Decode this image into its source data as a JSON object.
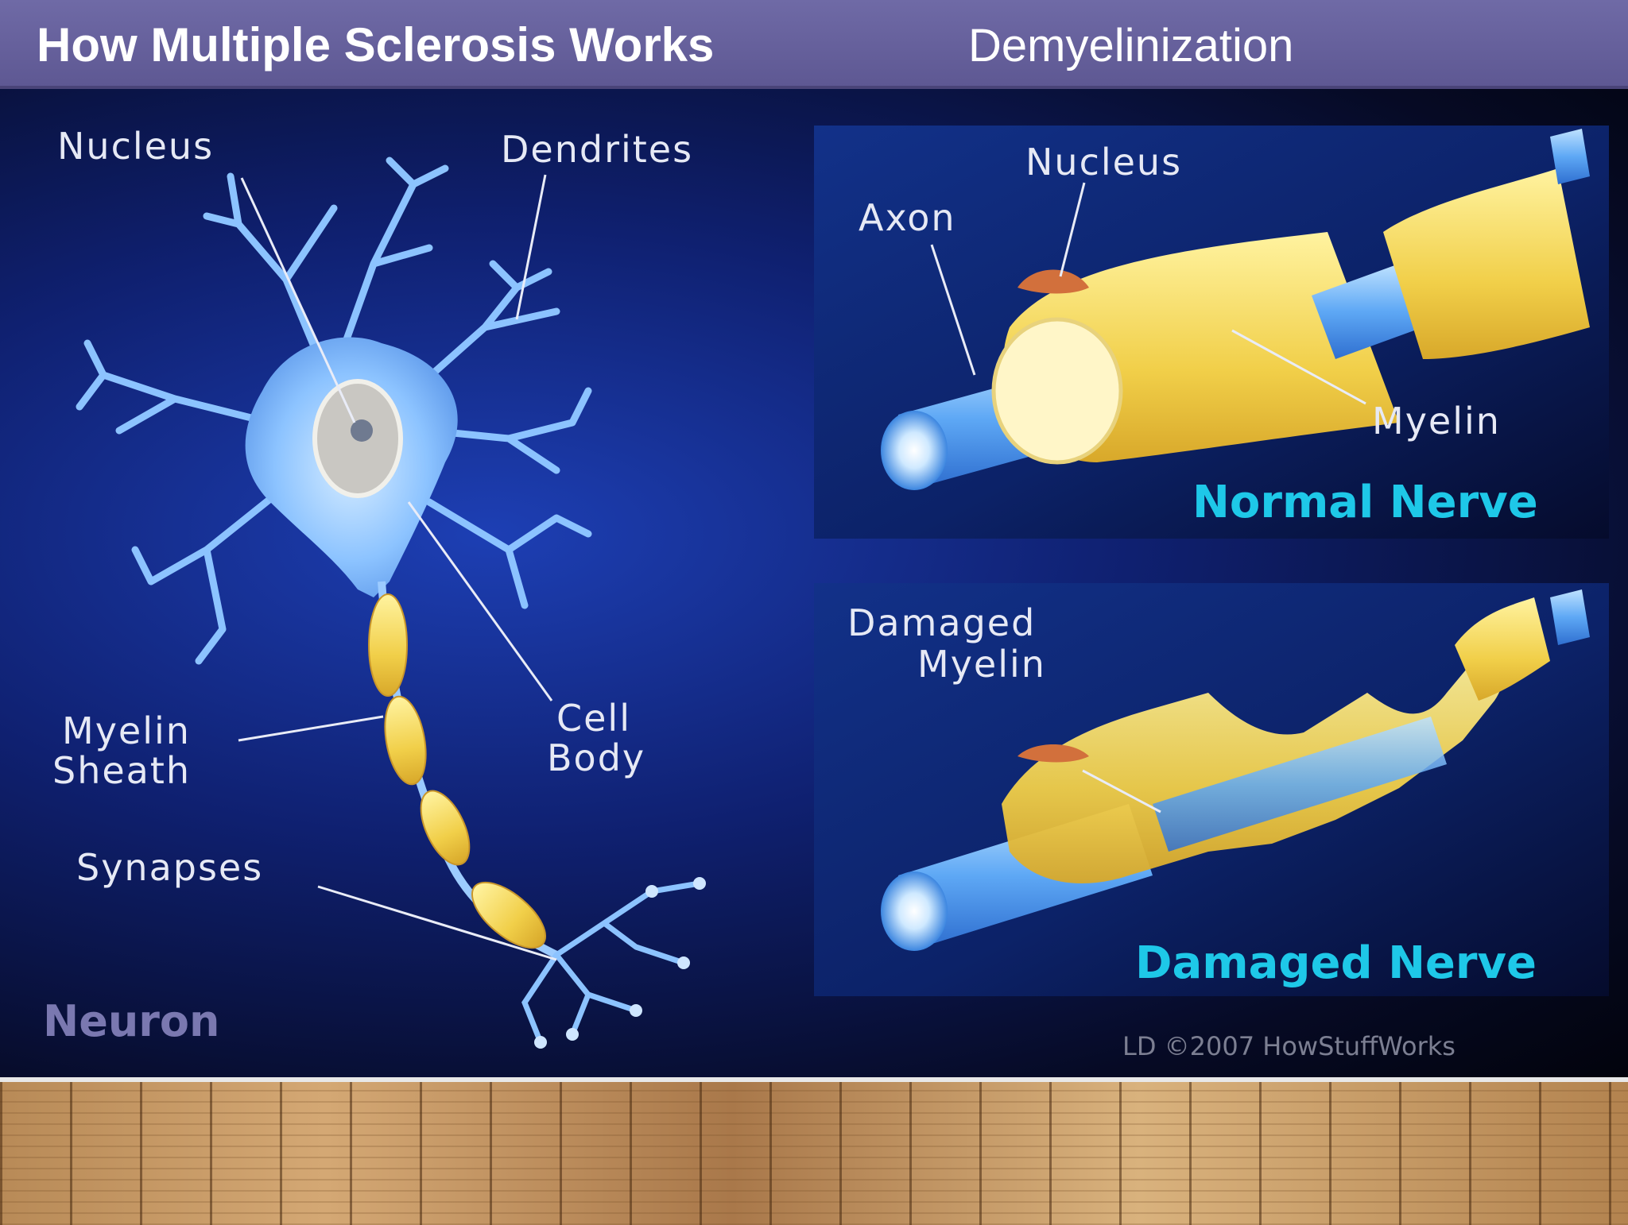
{
  "header": {
    "title": "How Multiple Sclerosis Works",
    "subtitle": "Demyelinization"
  },
  "neuron": {
    "title": "Neuron",
    "labels": {
      "nucleus": "Nucleus",
      "dendrites": "Dendrites",
      "myelin_sheath_1": "Myelin",
      "myelin_sheath_2": "Sheath",
      "cell_body_1": "Cell",
      "cell_body_2": "Body",
      "synapses": "Synapses"
    }
  },
  "normal_nerve": {
    "title": "Normal Nerve",
    "labels": {
      "nucleus": "Nucleus",
      "axon": "Axon",
      "myelin": "Myelin"
    }
  },
  "damaged_nerve": {
    "title": "Damaged Nerve",
    "labels": {
      "damaged_myelin_1": "Damaged",
      "damaged_myelin_2": "Myelin"
    }
  },
  "credit": "LD ©2007 HowStuffWorks",
  "colors": {
    "header": "#5e5893",
    "neuron_blue": "#8fc8ff",
    "myelin_yellow": "#f3d75a",
    "axon_blue": "#5aa6ff",
    "title_cyan": "#1ec8e8"
  }
}
